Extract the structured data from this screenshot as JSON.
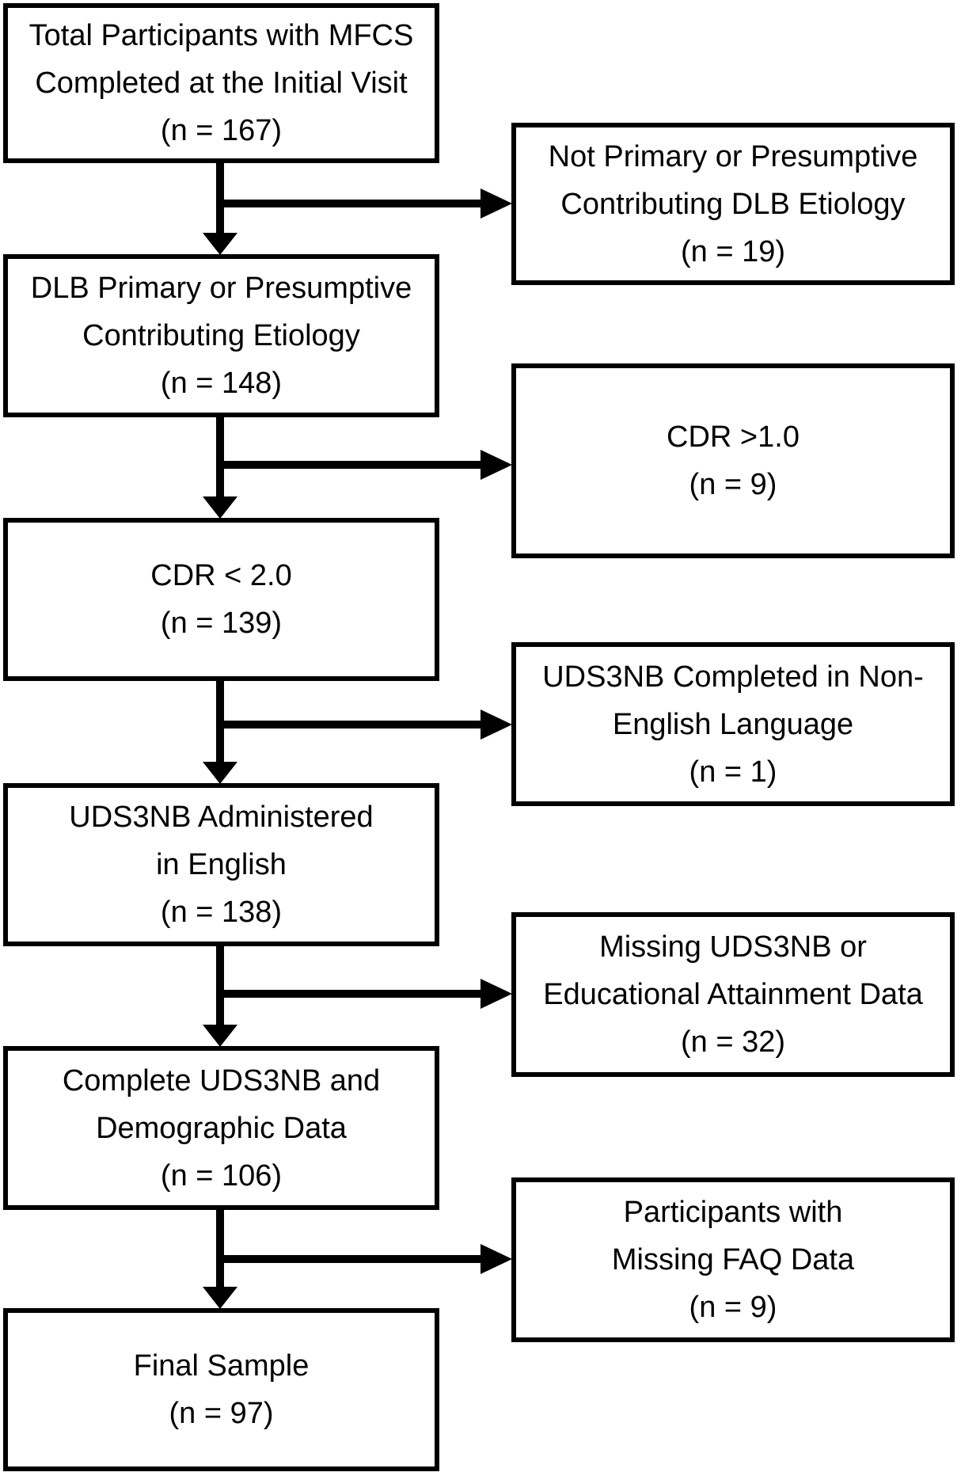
{
  "figure": {
    "type": "participant-flow-diagram",
    "background_color": "#ffffff",
    "box_border_color": "#000000",
    "text_color": "#000000",
    "main_flow": {
      "total": {
        "line1": "Total Participants with MFCS",
        "line2": "Completed at the Initial Visit",
        "n_label": "(n = 167)",
        "n": 167
      },
      "dlb": {
        "line1": "DLB Primary or Presumptive",
        "line2": "Contributing Etiology",
        "n_label": "(n = 148)",
        "n": 148
      },
      "cdr": {
        "line1": "CDR < 2.0",
        "n_label": "(n = 139)",
        "n": 139
      },
      "english": {
        "line1": "UDS3NB Administered",
        "line2": "in English",
        "n_label": "(n = 138)",
        "n": 138
      },
      "complete": {
        "line1": "Complete UDS3NB and",
        "line2": "Demographic Data",
        "n_label": "(n = 106)",
        "n": 106
      },
      "final": {
        "line1": "Final Sample",
        "n_label": "(n = 97)",
        "n": 97
      }
    },
    "exclusions": {
      "not_dlb": {
        "line1": "Not Primary or Presumptive",
        "line2": "Contributing DLB Etiology",
        "n_label": "(n = 19)",
        "n": 19
      },
      "cdr_high": {
        "line1": "CDR >1.0",
        "n_label": "(n = 9)",
        "n": 9
      },
      "non_english": {
        "line1": "UDS3NB Completed in Non-",
        "line2": "English Language",
        "n_label": "(n = 1)",
        "n": 1
      },
      "missing_uds3nb": {
        "line1": "Missing UDS3NB or",
        "line2": "Educational Attainment Data",
        "n_label": "(n = 32)",
        "n": 32
      },
      "missing_faq": {
        "line1": "Participants with",
        "line2": "Missing FAQ Data",
        "n_label": "(n = 9)",
        "n": 9
      }
    }
  }
}
